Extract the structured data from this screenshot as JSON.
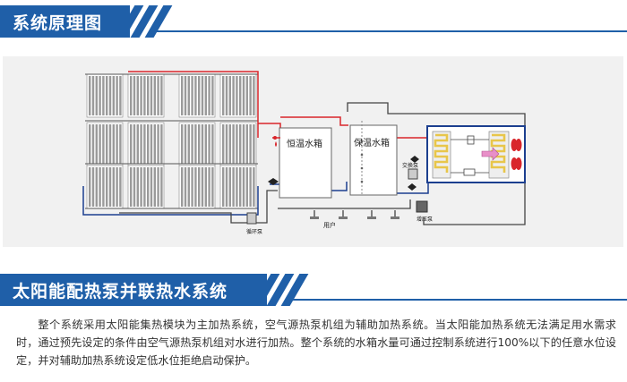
{
  "section1": {
    "title": "系统原理图"
  },
  "diagram": {
    "labels": {
      "constant_tank": "恒温水箱",
      "insulated_tank": "保温水箱",
      "exchange_pump": "交换泵",
      "booster_pump": "增压泵",
      "circulation_pump": "循环泵",
      "user": "用户"
    }
  },
  "section2": {
    "title": "太阳能配热泵并联热水系统"
  },
  "description": "整个系统采用太阳能集热模块为主加热系统，空气源热泵机组为辅助加热系统。当太阳能加热系统无法满足用水需求时，通过预先设定的条件由空气源热泵机组对水进行加热。整个系统的水箱水量可通过控制系统进行100%以下的任意水位设定，并对辅助加热系统设定低水位拒绝启动保护。",
  "colors": {
    "brand_blue": "#1f5fa8",
    "hot_pipe": "#d9252b",
    "cold_pipe": "#1c3f8f",
    "heat_exchanger": "#e8c64a"
  }
}
